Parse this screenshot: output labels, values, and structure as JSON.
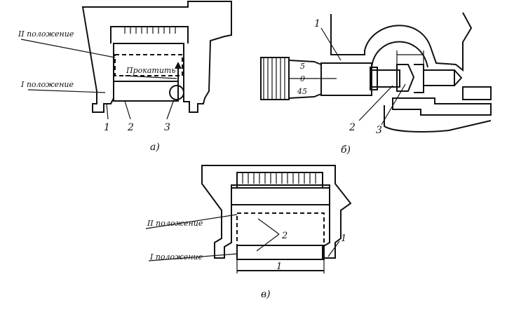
{
  "panel_a": {
    "caption": "а)",
    "label_position_2": "II положение",
    "label_position_1": "I положение",
    "label_rotate": "Прокатить",
    "parts": [
      "1",
      "2",
      "3"
    ]
  },
  "panel_b": {
    "caption": "б)",
    "part_top": "1",
    "parts": [
      "2",
      "3"
    ],
    "thimble_marks": [
      "5",
      "0",
      "45"
    ]
  },
  "panel_c": {
    "caption": "в)",
    "label_position_2": "II положение",
    "label_position_1": "I положение",
    "part_2": "2",
    "part_1": "1",
    "part_1_bottom": "1"
  }
}
